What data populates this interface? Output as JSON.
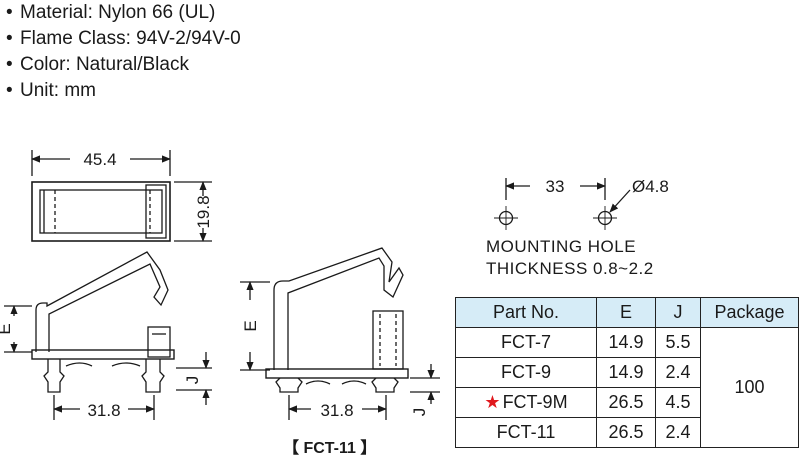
{
  "specs": [
    {
      "label": "Material",
      "value": "Nylon 66 (UL)"
    },
    {
      "label": "Flame Class",
      "value": "94V-2/94V-0"
    },
    {
      "label": "Color",
      "value": "Natural/Black"
    },
    {
      "label": "Unit",
      "value": "mm"
    }
  ],
  "specs_text": [
    "Material: Nylon 66 (UL)",
    "Flame Class: 94V-2/94V-0",
    "Color: Natural/Black",
    "Unit: mm"
  ],
  "bullet": "•",
  "dims": {
    "top_width": "45.4",
    "top_height": "19.8",
    "side1_e": "E",
    "side1_j": "J",
    "side1_width": "31.8",
    "side2_e": "E",
    "side2_j": "J",
    "side2_width": "31.8",
    "hole_spacing": "33",
    "hole_diameter": "Ø4.8"
  },
  "mounting": {
    "line1": "MOUNTING  HOLE",
    "line2": "THICKNESS  0.8~2.2"
  },
  "caption": "【 FCT-11 】",
  "table": {
    "headers": {
      "part": "Part No.",
      "e": "E",
      "j": "J",
      "package": "Package"
    },
    "rows": [
      {
        "part": "FCT-7",
        "e": "14.9",
        "j": "5.5",
        "star": false
      },
      {
        "part": "FCT-9",
        "e": "14.9",
        "j": "2.4",
        "star": false
      },
      {
        "part": "FCT-9M",
        "e": "26.5",
        "j": "4.5",
        "star": true
      },
      {
        "part": "FCT-11",
        "e": "26.5",
        "j": "2.4",
        "star": false
      }
    ],
    "package_value": "100",
    "star_symbol": "★",
    "header_color": "#d6ecf7",
    "star_color": "#e0191e"
  }
}
